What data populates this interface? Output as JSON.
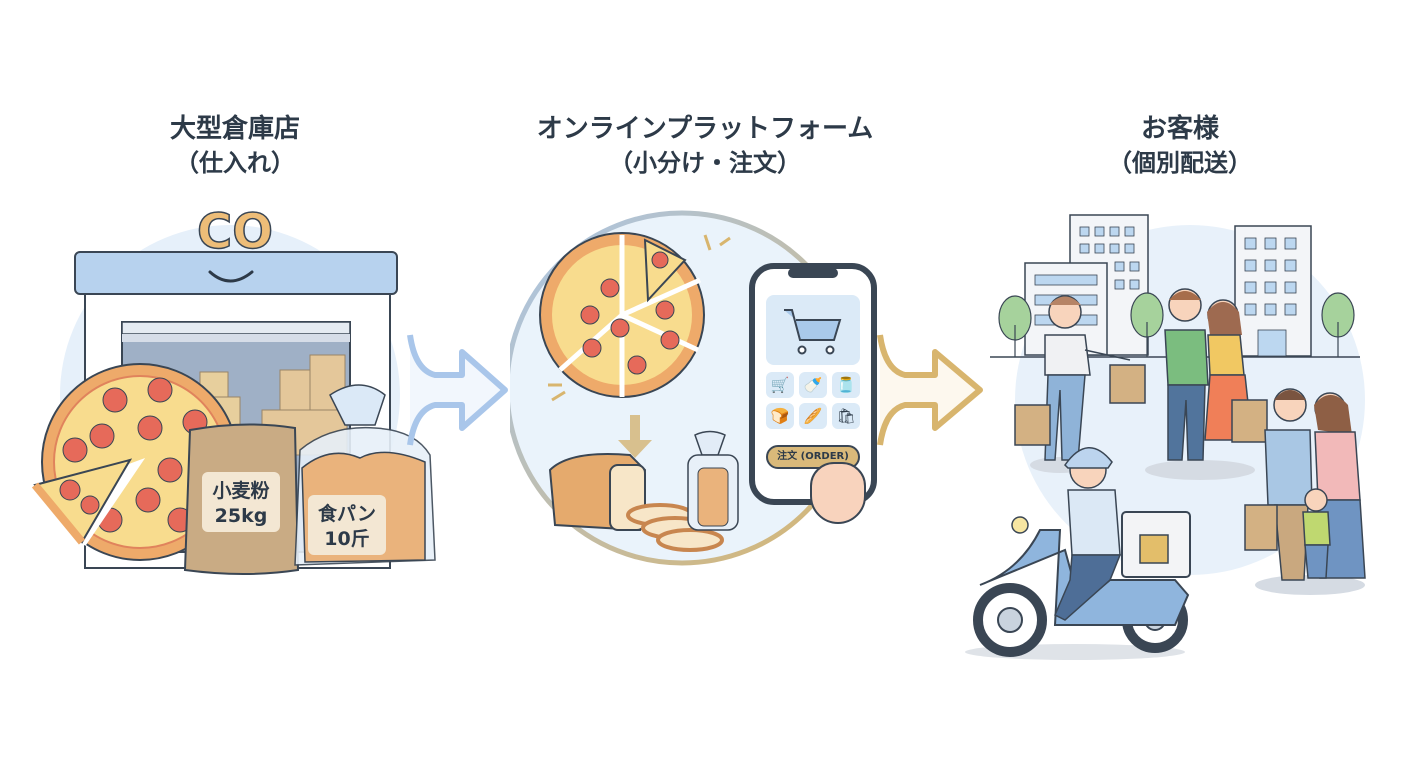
{
  "colors": {
    "text": "#2d3a48",
    "blue_arrow": "#a9c6ea",
    "gold_arrow": "#d8b56e",
    "circle_bg": "#e8f1fa",
    "warehouse_roof": "#b7d2ee",
    "pizza_crust": "#eeaa6a",
    "pepperoni": "#e66a5a",
    "bag": "#c9ab84",
    "order_button": "#d9b97a"
  },
  "stages": [
    {
      "title": "大型倉庫店",
      "subtitle": "（仕入れ）",
      "logo_text": "CO",
      "items": [
        {
          "name": "pizza",
          "label": ""
        },
        {
          "name": "flour-bag",
          "label_line1": "小麦粉",
          "label_line2": "25kg"
        },
        {
          "name": "bread-loaf",
          "label_line1": "食パン",
          "label_line2": "10斤"
        }
      ]
    },
    {
      "title": "オンラインプラットフォーム",
      "subtitle": "（小分け・注文）",
      "phone": {
        "order_button": "注文 (ORDER)",
        "grid_icons": [
          "cart",
          "milk-bottle",
          "jar",
          "bread",
          "baguette",
          "shopping-bag"
        ]
      }
    },
    {
      "title": "お客様",
      "subtitle": "（個別配送）"
    }
  ],
  "arrows": [
    {
      "from": 0,
      "to": 1,
      "color": "#a9c6ea"
    },
    {
      "from": 1,
      "to": 2,
      "color": "#d8b56e"
    }
  ]
}
